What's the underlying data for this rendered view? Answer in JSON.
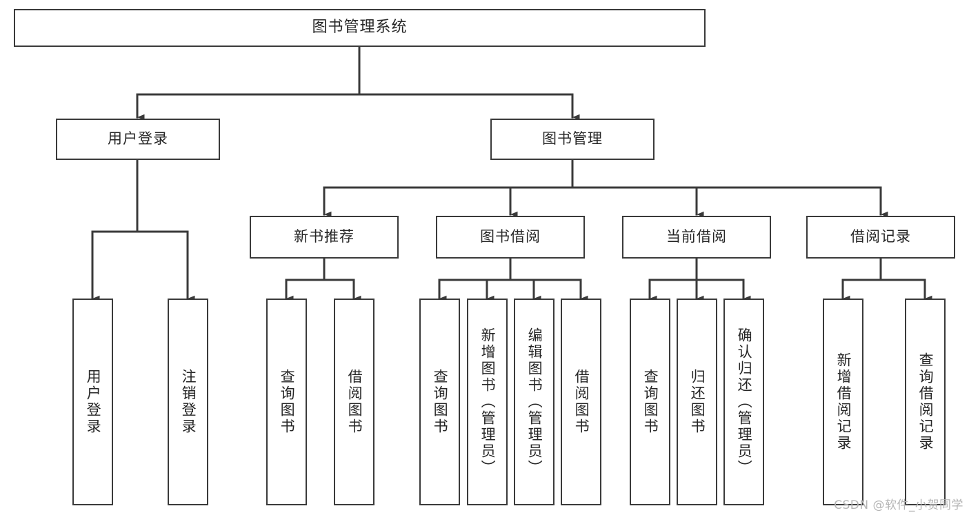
{
  "diagram": {
    "title": "图书管理系统",
    "type": "tree-hierarchy-diagram",
    "style": {
      "stroke": "#3a3a3a",
      "fill": "#ffffff",
      "text": "#262626",
      "watermark_color": "#b4b4b4"
    },
    "root": {
      "label": "图书管理系统"
    },
    "level2": [
      {
        "label": "用户登录"
      },
      {
        "label": "图书管理"
      }
    ],
    "level3": [
      {
        "label": "新书推荐"
      },
      {
        "label": "图书借阅"
      },
      {
        "label": "当前借阅"
      },
      {
        "label": "借阅记录"
      }
    ],
    "leaves": {
      "user_login": [
        {
          "label": "用户登录"
        },
        {
          "label": "注销登录"
        }
      ],
      "new_book_recommend": [
        {
          "label": "查询图书"
        },
        {
          "label": "借阅图书"
        }
      ],
      "book_borrow": [
        {
          "label": "查询图书"
        },
        {
          "label": "新增图书（管理员）"
        },
        {
          "label": "编辑图书（管理员）"
        },
        {
          "label": "借阅图书"
        }
      ],
      "current_borrow": [
        {
          "label": "查询图书"
        },
        {
          "label": "归还图书"
        },
        {
          "label": "确认归还（管理员）"
        }
      ],
      "borrow_record": [
        {
          "label": "新增借阅记录"
        },
        {
          "label": "查询借阅记录"
        }
      ]
    }
  },
  "watermark": {
    "text": "CSDN @软件_小贺同学"
  }
}
